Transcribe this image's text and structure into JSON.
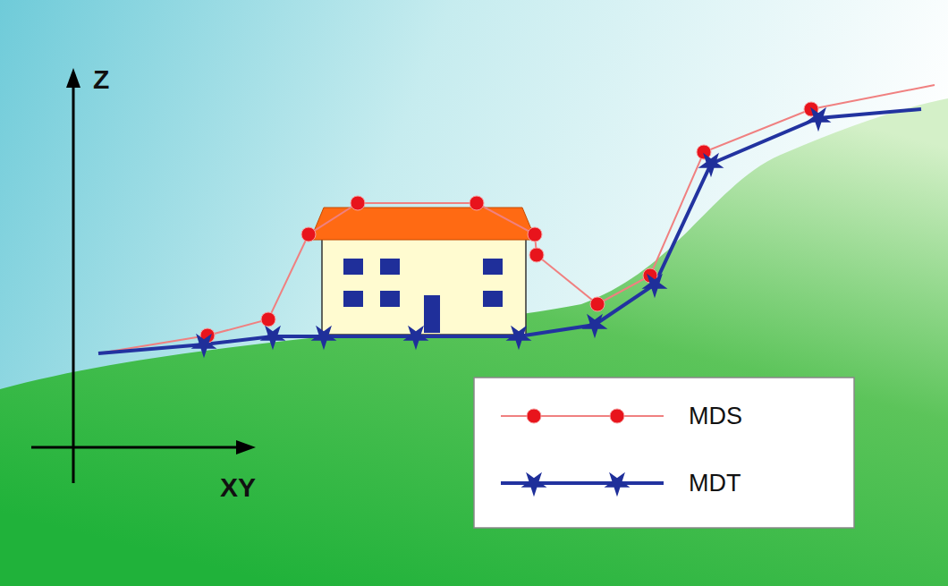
{
  "diagram": {
    "labels": [
      "Z",
      "XY"
    ],
    "legend": [
      {
        "text": "MDS"
      },
      {
        "text": "MDT"
      }
    ]
  }
}
